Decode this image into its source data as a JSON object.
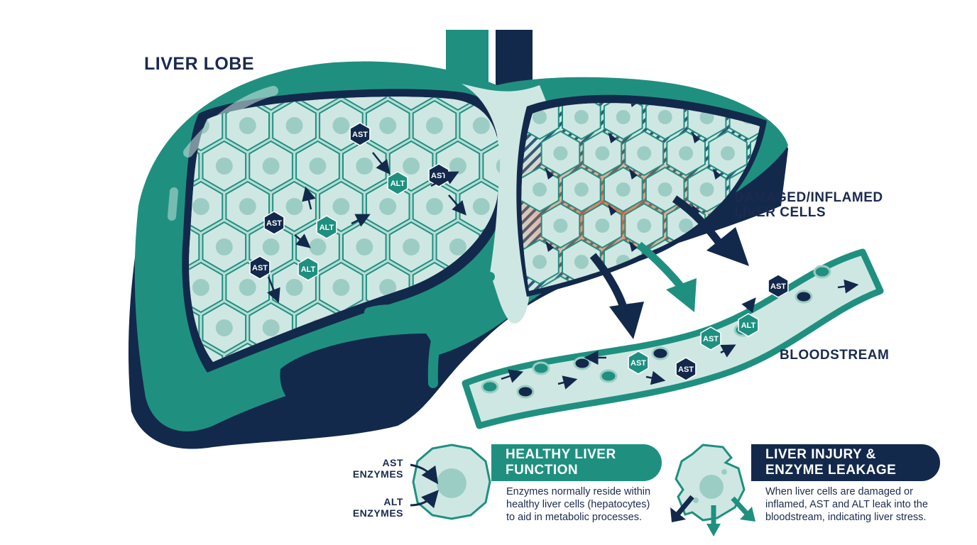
{
  "labels": {
    "liver_lobe": "LIVER LOBE",
    "damaged_line1": "DAMAGED/INFLAMED",
    "damaged_line2": "LIVER CELLS",
    "bloodstream": "BLOODSTREAM",
    "ast_enzymes_line1": "AST",
    "ast_enzymes_line2": "ENZYMES",
    "alt_enzymes_line1": "ALT",
    "alt_enzymes_line2": "ENZYMES"
  },
  "enzyme_badges": {
    "ast": "AST",
    "alt": "ALT"
  },
  "panels": {
    "healthy": {
      "title_line1": "HEALTHY LIVER",
      "title_line2": "FUNCTION",
      "desc_line1": "Enzymes normally reside within",
      "desc_line2": "healthy liver cells (hepatocytes)",
      "desc_line3": "to aid in metabolic processes."
    },
    "injury": {
      "title_line1": "LIVER INJURY &",
      "title_line2": "ENZYME LEAKAGE",
      "desc_line1": "When liver cells are damaged or",
      "desc_line2": "inflamed, AST and ALT leak into the",
      "desc_line3": "bloodstream, indicating liver stress."
    }
  },
  "colors": {
    "teal": "#1f9080",
    "navy": "#13294b",
    "cell_fill": "#cfe7e3",
    "nucleus": "#9ccdc4",
    "inflammation": "#f0633f"
  }
}
